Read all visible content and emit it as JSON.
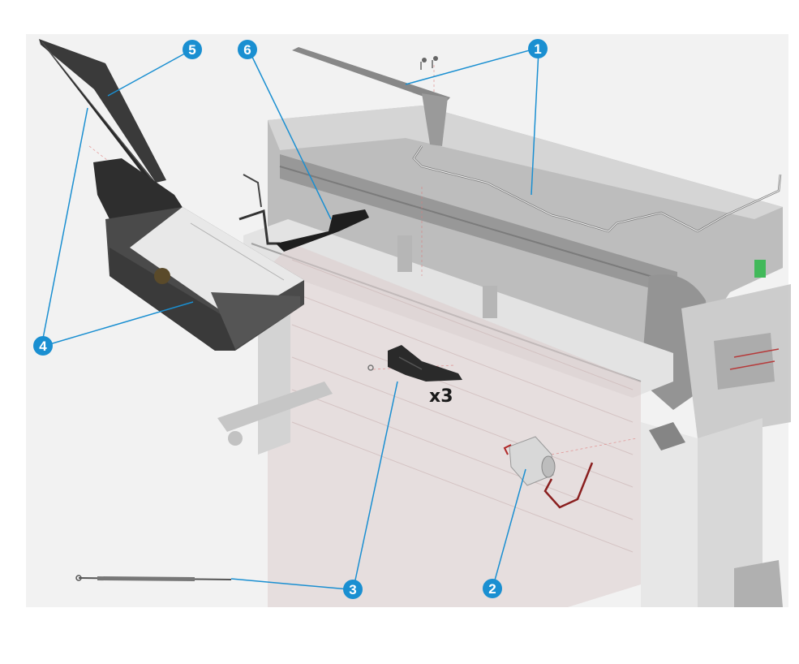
{
  "figure": {
    "background_color": "#f2f2f2",
    "callout_color": "#1a8fd1",
    "leader_color": "#1a8fd1"
  },
  "callouts": [
    {
      "id": "1",
      "label": "1",
      "part": "cable-and-bracket"
    },
    {
      "id": "2",
      "label": "2",
      "part": "motor"
    },
    {
      "id": "3",
      "label": "3",
      "part": "clip-and-rod"
    },
    {
      "id": "4",
      "label": "4",
      "part": "tray-assembly"
    },
    {
      "id": "5",
      "label": "5",
      "part": "cover"
    },
    {
      "id": "6",
      "label": "6",
      "part": "sensor-arm"
    }
  ],
  "quantity_label": "x3"
}
